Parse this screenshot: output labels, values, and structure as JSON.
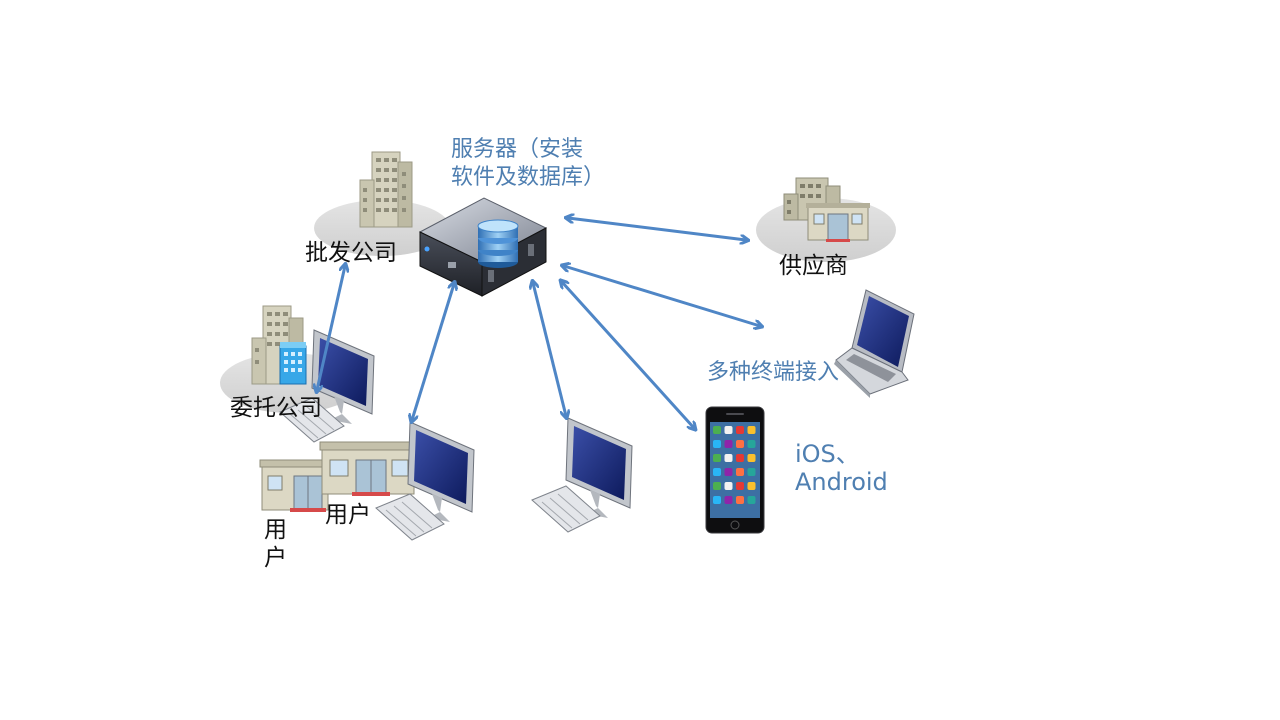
{
  "labels": {
    "server_line1": "服务器（安装",
    "server_line2": "软件及数据库）",
    "wholesale": "批发公司",
    "supplier": "供应商",
    "multi_terminal": "多种终端接入",
    "entrusted": "委托公司",
    "user_small": "用户",
    "user_left_1": "用",
    "user_left_2": "户",
    "platform_line1": "iOS、",
    "platform_line2": "Android"
  },
  "colors": {
    "arrow": "#4f86c6",
    "label_blue": "#4f7fb1",
    "label_dark": "#111111"
  }
}
